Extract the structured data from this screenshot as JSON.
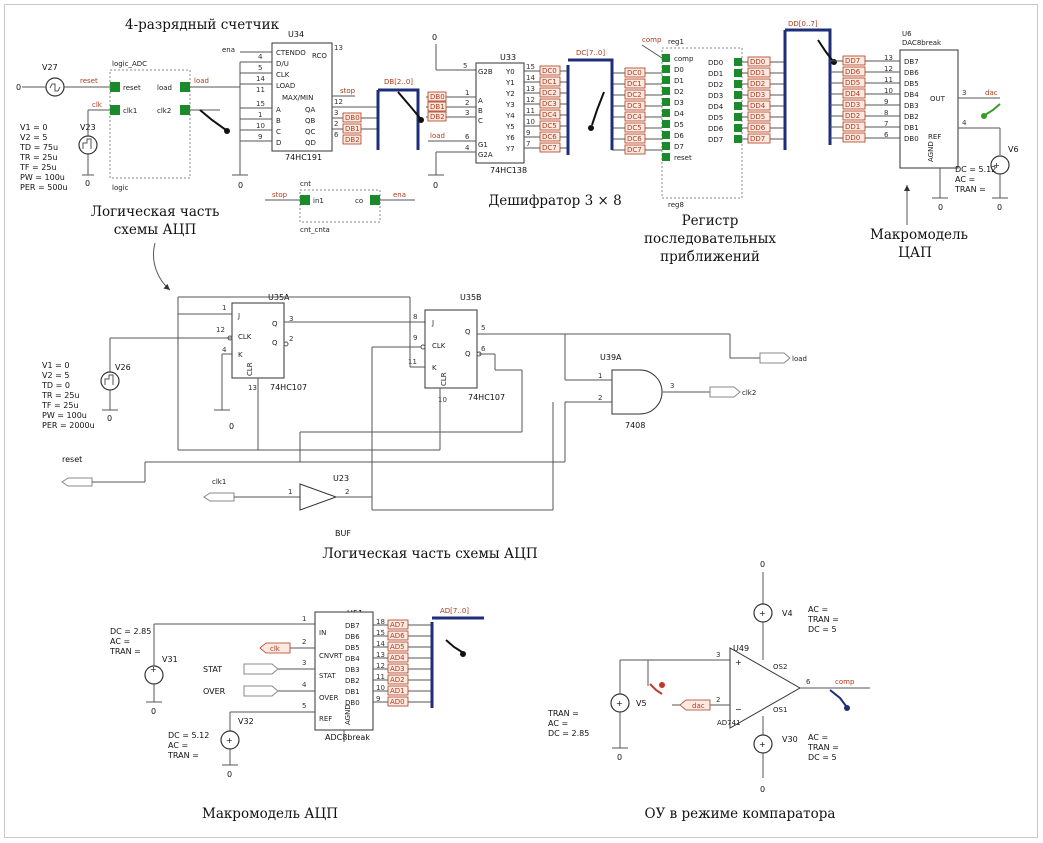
{
  "captions": {
    "counter": "4-разрядный счетчик",
    "logic_top": "Логическая часть схемы АЦП",
    "decoder": "Дешифратор 3 × 8",
    "register": "Регистр последовательных приближений",
    "dac_model": "Макромодель ЦАП",
    "logic_mid": "Логическая часть схемы АЦП",
    "adc_model": "Макромодель АЦП",
    "opamp": "ОУ в режиме компаратора"
  },
  "sources": {
    "v27": {
      "name": "V27",
      "params": [
        "V1 = 0",
        "V2 = 5",
        "TD = 75u",
        "TR = 25u",
        "TF = 25u",
        "PW = 100u",
        "PER = 500u"
      ]
    },
    "v23": {
      "name": "V23"
    },
    "v26": {
      "name": "V26",
      "params": [
        "V1 = 0",
        "V2 = 5",
        "TD = 0",
        "TR = 25u",
        "TF = 25u",
        "PW = 100u",
        "PER = 2000u"
      ]
    },
    "v6": {
      "name": "V6",
      "params": [
        "DC = 5.12",
        "AC =",
        "TRAN ="
      ]
    },
    "v31": {
      "name": "V31",
      "params": [
        "DC = 2.85",
        "AC =",
        "TRAN ="
      ]
    },
    "v32": {
      "name": "V32",
      "params": [
        "DC = 5.12",
        "AC =",
        "TRAN ="
      ]
    },
    "v5": {
      "name": "V5",
      "params": [
        "TRAN =",
        "AC =",
        "DC = 2.85"
      ]
    },
    "v4": {
      "name": "V4",
      "params": [
        "AC =",
        "TRAN =",
        "DC = 5"
      ]
    },
    "v30": {
      "name": "V30",
      "params": [
        "AC =",
        "TRAN =",
        "DC = 5"
      ]
    }
  },
  "logic_block": {
    "title": "logic_ADC",
    "sub": "logic",
    "pins_left": [
      "reset",
      "clk1"
    ],
    "pins_right": [
      "load",
      "clk2"
    ],
    "net_reset": "reset",
    "net_clk": "clk",
    "net_load": "load"
  },
  "u34": {
    "ref": "U34",
    "part": "74HC191",
    "pins": [
      "CTENDO",
      "D/U",
      "CLK",
      "LOAD",
      "MAX/MIN",
      "A",
      "B",
      "C",
      "D",
      "QA",
      "QB",
      "QC",
      "QD",
      "RCO"
    ],
    "net_ena": "ena",
    "net_stop": "stop",
    "bus": "DB[2..0]",
    "outs": [
      "DB0",
      "DB1",
      "DB2"
    ]
  },
  "cnt_block": {
    "title": "cnt",
    "sub": "cnt_cnta",
    "pin_in": "in1",
    "pin_out": "co",
    "net_stop": "stop",
    "net_ena": "ena"
  },
  "u33": {
    "ref": "U33",
    "part": "74HC138",
    "pins": [
      "G2B",
      "A",
      "B",
      "C",
      "G1",
      "G2A"
    ],
    "outs": [
      "Y0",
      "Y1",
      "Y2",
      "Y3",
      "Y4",
      "Y5",
      "Y6",
      "Y7"
    ],
    "ins": [
      "DB0",
      "DB1",
      "DB2"
    ],
    "net_load": "load",
    "bus": "DC[7..0]",
    "dc": [
      "DC0",
      "DC1",
      "DC2",
      "DC3",
      "DC4",
      "DC5",
      "DC6",
      "DC7"
    ],
    "gnd": "0"
  },
  "reg": {
    "ref": "reg1",
    "part": "reg8",
    "net_comp": "comp",
    "pins_left": [
      "comp",
      "D0",
      "D1",
      "D2",
      "D3",
      "D4",
      "D5",
      "D6",
      "D7",
      "reset"
    ],
    "pins_right": [
      "DD0",
      "DD1",
      "DD2",
      "DD3",
      "DD4",
      "DD5",
      "DD6",
      "DD7"
    ],
    "bus": "DD[0..7]"
  },
  "dac": {
    "ref": "U6",
    "part": "DAC8break",
    "pins": [
      "DB7",
      "DB6",
      "DB5",
      "DB4",
      "DB3",
      "DB2",
      "DB1",
      "DB0",
      "OUT",
      "REF",
      "AGND"
    ],
    "net_dac": "dac"
  },
  "u35a": {
    "ref": "U35A",
    "part": "74HC107",
    "pins": [
      "J",
      "CLK",
      "K",
      "Q",
      "Q",
      "CLR"
    ]
  },
  "u35b": {
    "ref": "U35B",
    "part": "74HC107",
    "pins": [
      "J",
      "CLK",
      "K",
      "Q",
      "Q",
      "CLR"
    ]
  },
  "u39a": {
    "ref": "U39A",
    "part": "7408"
  },
  "u23": {
    "ref": "U23",
    "part": "BUF"
  },
  "mid_nets": {
    "load": "load",
    "clk2": "clk2",
    "reset": "reset",
    "clk1": "clk1"
  },
  "u51": {
    "ref": "U51",
    "part": "ADC8break",
    "pins_left": [
      "IN",
      "CNVRT",
      "STAT",
      "OVER",
      "REF"
    ],
    "pins_right": [
      "DB7",
      "DB6",
      "DB5",
      "DB4",
      "DB3",
      "DB2",
      "DB1",
      "DB0"
    ],
    "net_clk": "clk",
    "stat": "STAT",
    "over": "OVER",
    "bus": "AD[7..0]",
    "ad": [
      "AD7",
      "AD6",
      "AD5",
      "AD4",
      "AD3",
      "AD2",
      "AD1",
      "AD0"
    ],
    "agnd": "AGND"
  },
  "u49": {
    "ref": "U49",
    "part": "AD741",
    "net_dac": "dac",
    "net_comp": "comp",
    "os": [
      "OS2",
      "OS1"
    ]
  },
  "gnd": "0",
  "colors": {
    "bus": "#1f2e7a",
    "net_label": "#b03a1a",
    "port": "#1a8a2a"
  }
}
